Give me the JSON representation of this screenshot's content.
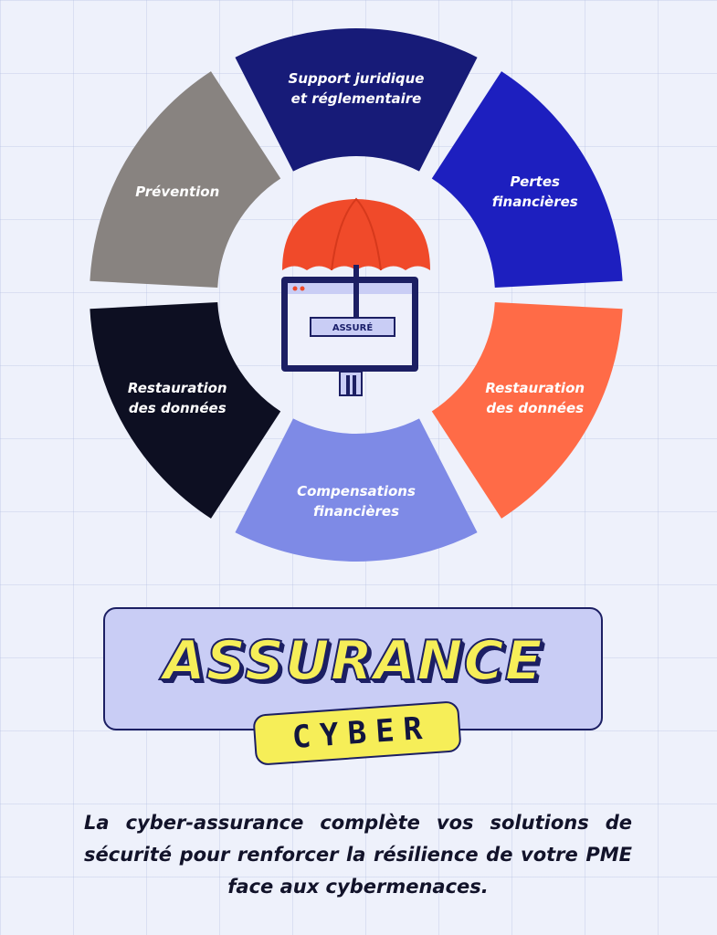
{
  "wheel": {
    "segments": [
      {
        "label_lines": [
          "Support juridique",
          "et réglementaire"
        ],
        "color": "#171b78"
      },
      {
        "label_lines": [
          "Pertes",
          "financières"
        ],
        "color": "#1d1fbf"
      },
      {
        "label_lines": [
          "Restauration",
          "des données"
        ],
        "color": "#ff6b47"
      },
      {
        "label_lines": [
          "Compensations",
          "financières"
        ],
        "color": "#7e8ae6"
      },
      {
        "label_lines": [
          "Restauration",
          "des données"
        ],
        "color": "#0d0f22"
      },
      {
        "label_lines": [
          "Prévention"
        ],
        "color": "#888380"
      }
    ],
    "center": {
      "monitor_label": "ASSURÉ",
      "umbrella_color": "#f04a2a",
      "frame_color": "#1c1f63"
    }
  },
  "brand": {
    "title": "ASSURANCE",
    "badge": "CYBER"
  },
  "tagline": "La cyber-assurance complète vos solutions de sécurité pour renforcer la résilience de votre PME face aux cybermenaces."
}
